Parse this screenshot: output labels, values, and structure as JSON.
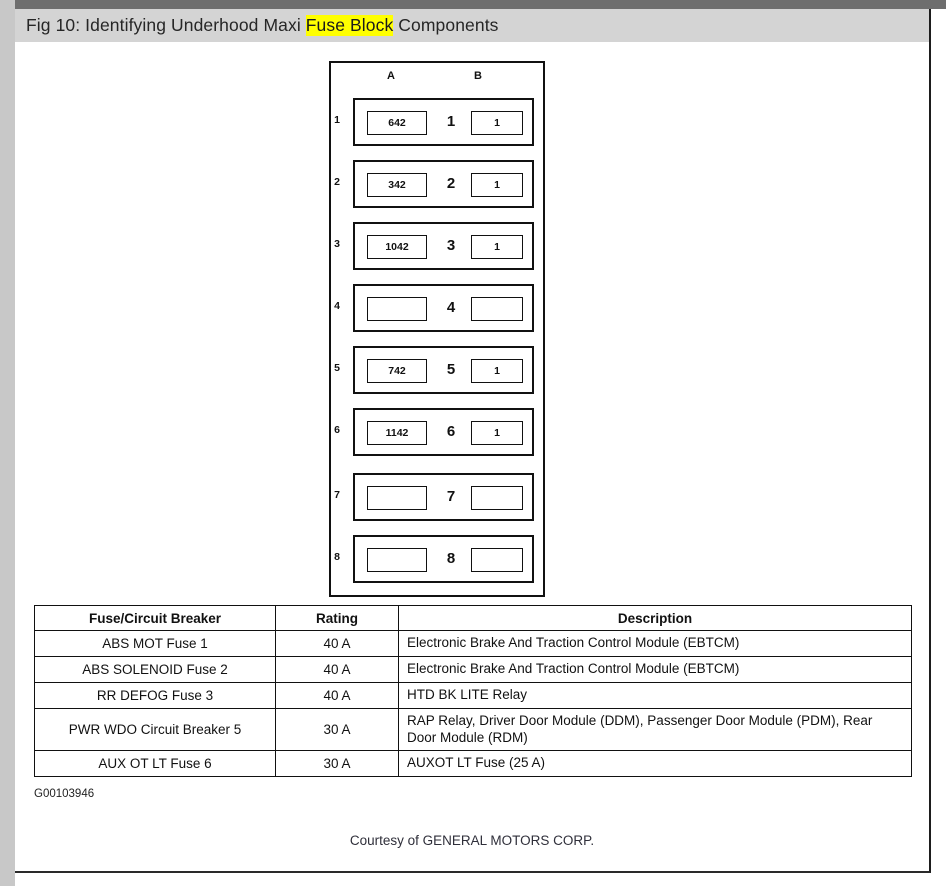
{
  "title_bar": {
    "prefix": "Fig 10: Identifying Underhood Maxi ",
    "highlight": "Fuse Block",
    "suffix": " Components"
  },
  "diagram": {
    "column_headers": {
      "a": "A",
      "b": "B"
    },
    "rows": [
      {
        "index": "1",
        "a_value": "642",
        "mid": "1",
        "b_value": "1"
      },
      {
        "index": "2",
        "a_value": "342",
        "mid": "2",
        "b_value": "1"
      },
      {
        "index": "3",
        "a_value": "1042",
        "mid": "3",
        "b_value": "1"
      },
      {
        "index": "4",
        "a_value": "",
        "mid": "4",
        "b_value": ""
      },
      {
        "index": "5",
        "a_value": "742",
        "mid": "5",
        "b_value": "1"
      },
      {
        "index": "6",
        "a_value": "1142",
        "mid": "6",
        "b_value": "1"
      },
      {
        "index": "7",
        "a_value": "",
        "mid": "7",
        "b_value": ""
      },
      {
        "index": "8",
        "a_value": "",
        "mid": "8",
        "b_value": ""
      }
    ]
  },
  "table": {
    "headers": [
      "Fuse/Circuit Breaker",
      "Rating",
      "Description"
    ],
    "rows": [
      {
        "name": "ABS MOT Fuse 1",
        "rating": "40 A",
        "description": "Electronic Brake And Traction Control Module (EBTCM)"
      },
      {
        "name": "ABS SOLENOID Fuse 2",
        "rating": "40 A",
        "description": "Electronic Brake And Traction Control Module (EBTCM)"
      },
      {
        "name": "RR DEFOG Fuse 3",
        "rating": "40 A",
        "description": "HTD BK LITE Relay"
      },
      {
        "name": "PWR WDO Circuit Breaker 5",
        "rating": "30 A",
        "description": "RAP Relay, Driver Door Module (DDM), Passenger Door Module (PDM), Rear Door Module (RDM)"
      },
      {
        "name": "AUX OT LT Fuse 6",
        "rating": "30 A",
        "description": "AUXOT LT Fuse (25 A)"
      }
    ]
  },
  "figure_id": "G00103946",
  "courtesy": "Courtesy of GENERAL MOTORS CORP.",
  "colors": {
    "title_bar_bg": "#d4d4d4",
    "highlight": "#ffff00",
    "page_bg": "#ffffff",
    "ink": "#111111"
  }
}
